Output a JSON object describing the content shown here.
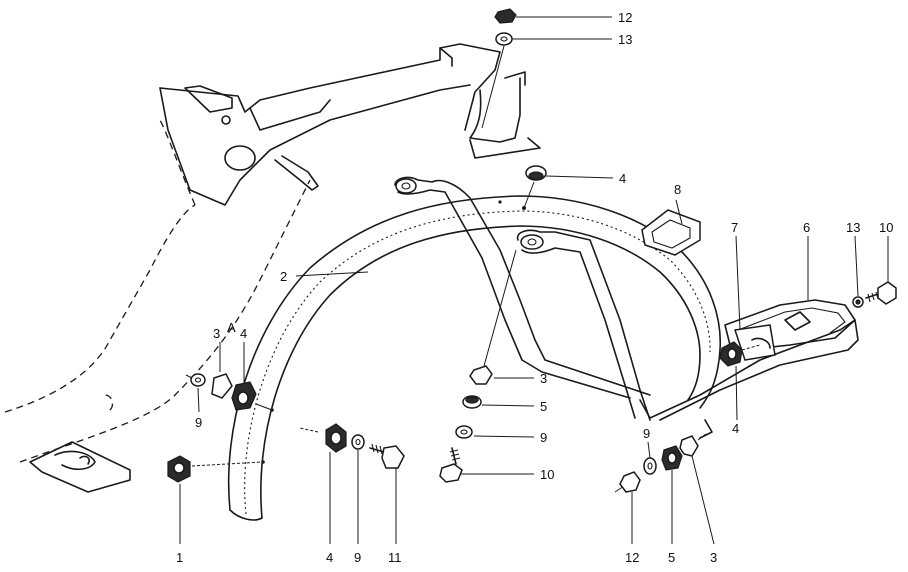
{
  "callouts": {
    "c12_top": "12",
    "c13_top": "13",
    "c4_top": "4",
    "c8": "8",
    "c7": "7",
    "c6": "6",
    "c13_right": "13",
    "c10_right": "10",
    "c2": "2",
    "c3_left": "3",
    "cA": "A",
    "c4_left": "4",
    "c9_left": "9",
    "c3_mid": "3",
    "c5_mid": "5",
    "c9_mid": "9",
    "c10_mid": "10",
    "c4_right": "4",
    "c9_rb": "9",
    "c1": "1",
    "c4_bottom": "4",
    "c9_bottom": "9",
    "c11": "11",
    "c12_bottom": "12",
    "c5_bottom": "5",
    "c3_bottom": "3"
  }
}
